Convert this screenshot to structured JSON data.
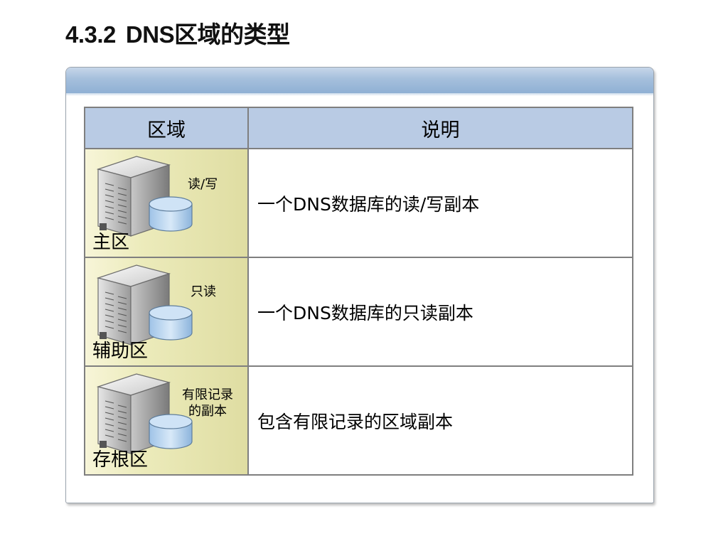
{
  "slide": {
    "title_number": "4.3.2",
    "title_text": "DNS区域的类型"
  },
  "table": {
    "headers": {
      "zone": "区域",
      "description": "说明"
    },
    "rows": [
      {
        "zone_name": "主区",
        "access_lines": [
          "读/写"
        ],
        "description": "一个DNS数据库的读/写副本"
      },
      {
        "zone_name": "辅助区",
        "access_lines": [
          "只读"
        ],
        "description": "一个DNS数据库的只读副本"
      },
      {
        "zone_name": "存根区",
        "access_lines": [
          "有限记录",
          "的副本"
        ],
        "description": "包含有限记录的区域副本"
      }
    ]
  },
  "icons": [
    "server-icon",
    "database-icon"
  ],
  "colors": {
    "header_fill": "#b9cbe4",
    "zone_cell_fill": "#ecebbb",
    "panel_header": "#a5bfdc",
    "database_fill": "#bcd7f2"
  }
}
